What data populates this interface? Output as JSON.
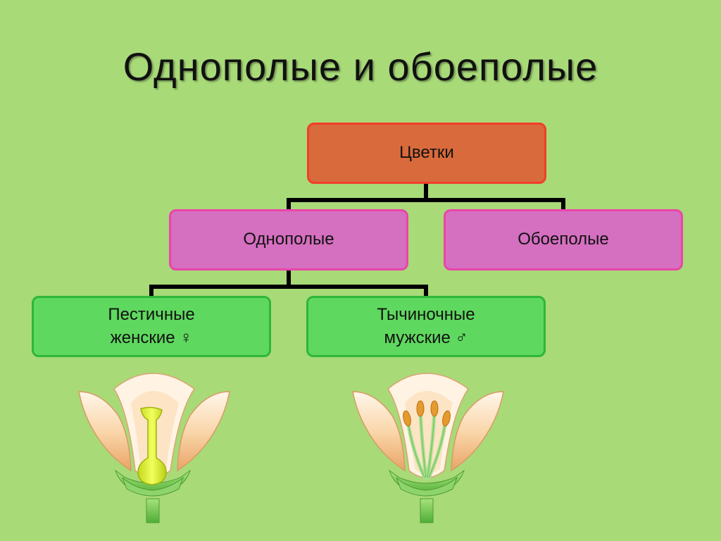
{
  "slide": {
    "background": "#a8da78",
    "title": "Однополые и обоеполые"
  },
  "diagram": {
    "root": {
      "label": "Цветки",
      "fill": "#d86a3c",
      "border": "#f03f2c"
    },
    "unisexual": {
      "label": "Однополые",
      "fill": "#d56fc0",
      "border": "#ea45a9"
    },
    "bisexual": {
      "label": "Обоеполые",
      "fill": "#d56fc0",
      "border": "#ea45a9"
    },
    "female": {
      "line1": "Пестичные",
      "line2": "женские ♀",
      "fill": "#5fd85f",
      "border": "#2fb63a"
    },
    "male": {
      "line1": "Тычиночные",
      "line2": "мужские ♂",
      "fill": "#5fd85f",
      "border": "#2fb63a"
    },
    "connector_color": "#000000"
  },
  "illustrations": {
    "pistillate_flower": "pistillate-flower-icon",
    "staminate_flower": "staminate-flower-icon"
  }
}
